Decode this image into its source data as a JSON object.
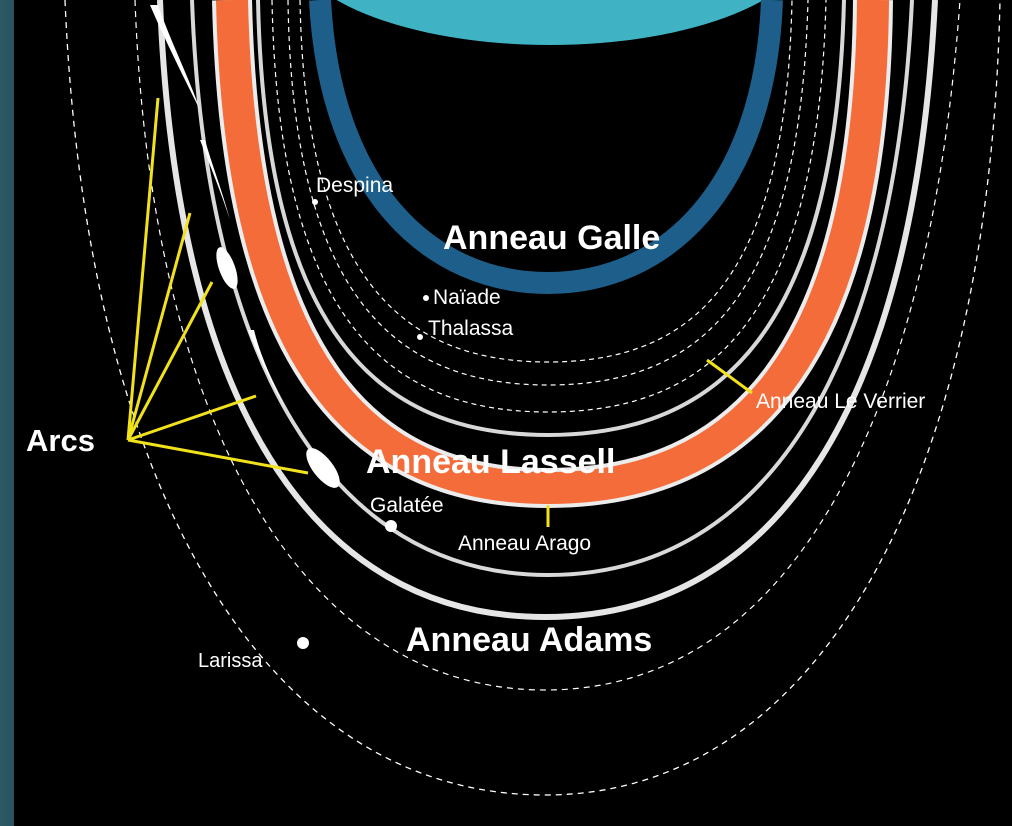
{
  "labels": {
    "despina": "Despina",
    "galle": "Anneau Galle",
    "naiade": "Naïade",
    "thalassa": "Thalassa",
    "le_verrier": "Anneau Le Verrier",
    "arcs": "Arcs",
    "lassell": "Anneau Lassell",
    "galatee": "Galatée",
    "arago": "Anneau Arago",
    "adams": "Anneau Adams",
    "larissa": "Larissa"
  },
  "colors": {
    "background": "#000000",
    "side_bar": "#2a5662",
    "planet": "#3fb3c4",
    "galle_ring": "#1d5f8a",
    "lassell_ring": "#f56c3b",
    "adams_ring": "#e6e6e6",
    "le_verrier_ring": "#d8d8d8",
    "orbit_dashed": "#ffffff",
    "pointer_lines": "#f2e21b",
    "moon": "#ffffff"
  }
}
